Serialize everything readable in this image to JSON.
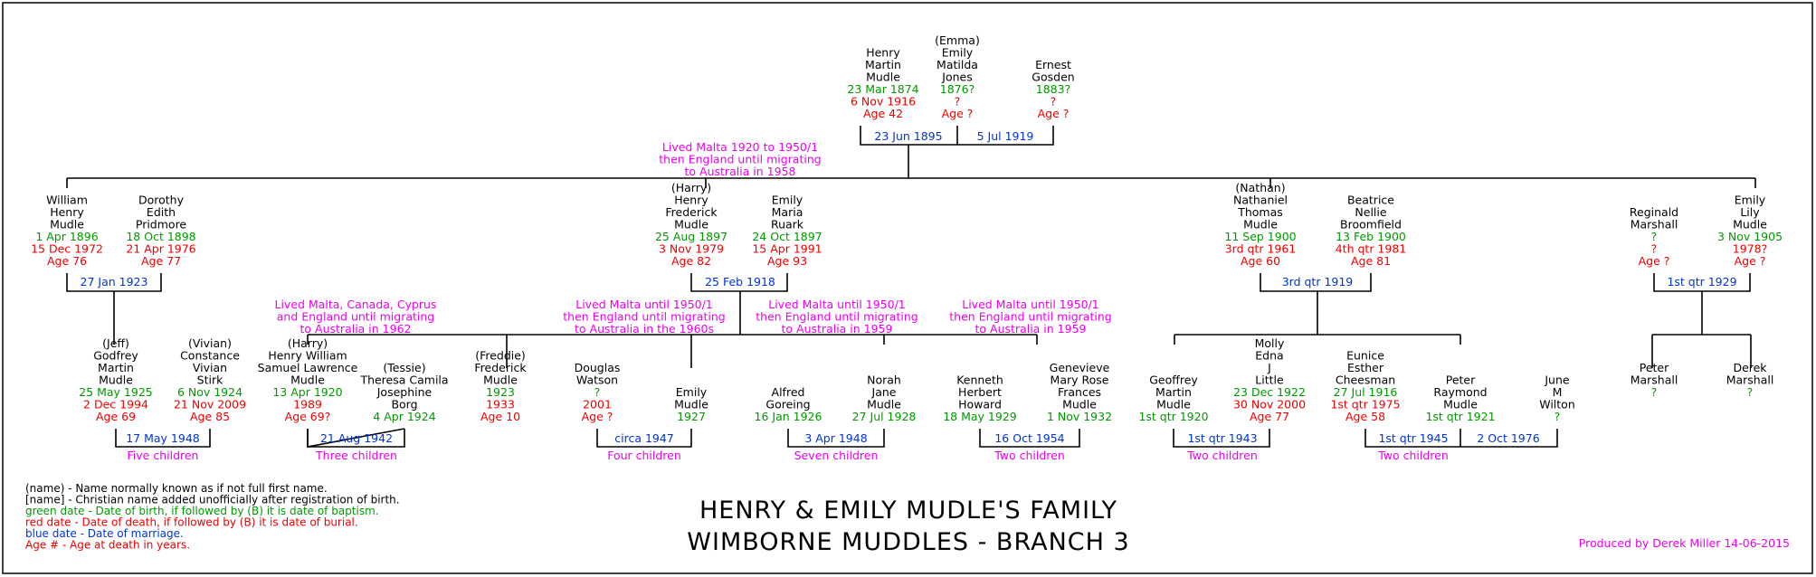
{
  "colors": {
    "name": "#000000",
    "birth": "#009900",
    "death": "#ee0000",
    "marriage": "#0033dd",
    "note": "#ee00ee",
    "frame": "#000000"
  },
  "title": {
    "line1": "HENRY & EMILY MUDLE'S FAMILY",
    "line2": "WIMBORNE MUDDLES - BRANCH 3"
  },
  "credit": "Produced by Derek Miller 14-06-2015",
  "legend": [
    {
      "text": "(name) - Name normally known as if not full first name.",
      "color": "name"
    },
    {
      "text": "[name] - Christian name added unofficially after registration of birth.",
      "color": "name"
    },
    {
      "text": "green date - Date of birth, if followed by (B) it is date of baptism.",
      "color": "birth"
    },
    {
      "text": "red date - Date of death, if followed by (B) it is date of burial.",
      "color": "death"
    },
    {
      "text": "blue date - Date of marriage.",
      "color": "marriage"
    },
    {
      "text": "Age # - Age at death in years.",
      "color": "death"
    }
  ],
  "people": [
    {
      "id": "henry",
      "name": [
        "Henry",
        "Martin",
        "Mudle"
      ],
      "birth": "23 Mar 1874",
      "death": "6 Nov 1916",
      "age": "Age 42"
    },
    {
      "id": "emma",
      "name": [
        "(Emma)",
        "Emily",
        "Matilda",
        "Jones"
      ],
      "birth": "1876?",
      "death": "?",
      "age": "Age ?"
    },
    {
      "id": "ernest",
      "name": [
        "Ernest",
        "Gosden"
      ],
      "birth": "1883?",
      "death": "?",
      "age": "Age ?"
    },
    {
      "id": "william",
      "name": [
        "William",
        "Henry",
        "Mudle"
      ],
      "birth": "1 Apr 1896",
      "death": "15 Dec 1972",
      "age": "Age 76"
    },
    {
      "id": "dorothy",
      "name": [
        "Dorothy",
        "Edith",
        "Pridmore"
      ],
      "birth": "18 Oct 1898",
      "death": "21 Apr 1976",
      "age": "Age 77"
    },
    {
      "id": "harry",
      "name": [
        "(Harry)",
        "Henry",
        "Frederick",
        "Mudle"
      ],
      "birth": "25 Aug 1897",
      "death": "3 Nov 1979",
      "age": "Age 82"
    },
    {
      "id": "emilyruark",
      "name": [
        "Emily",
        "Maria",
        "Ruark"
      ],
      "birth": "24 Oct 1897",
      "death": "15 Apr 1991",
      "age": "Age 93"
    },
    {
      "id": "nathan",
      "name": [
        "(Nathan)",
        "Nathaniel",
        "Thomas",
        "Mudle"
      ],
      "birth": "11 Sep 1900",
      "death": "3rd qtr 1961",
      "age": "Age 60"
    },
    {
      "id": "beatrice",
      "name": [
        "Beatrice",
        "Nellie",
        "Broomfield"
      ],
      "birth": "13 Feb 1900",
      "death": "4th qtr 1981",
      "age": "Age 81"
    },
    {
      "id": "reginald",
      "name": [
        "Reginald",
        "Marshall"
      ],
      "birth": "?",
      "death": "?",
      "age": "Age ?"
    },
    {
      "id": "emilylily",
      "name": [
        "Emily",
        "Lily",
        "Mudle"
      ],
      "birth": "3 Nov 1905",
      "death": "1978?",
      "age": "Age ?"
    },
    {
      "id": "jeff",
      "name": [
        "(Jeff)",
        "Godfrey",
        "Martin",
        "Mudle"
      ],
      "birth": "25 May 1925",
      "death": "2 Dec 1994",
      "age": "Age 69"
    },
    {
      "id": "vivian",
      "name": [
        "(Vivian)",
        "Constance",
        "Vivian",
        "Stirk"
      ],
      "birth": "6 Nov 1924",
      "death": "21 Nov 2009",
      "age": "Age 85"
    },
    {
      "id": "harry2",
      "name": [
        "(Harry)",
        "Henry William",
        "Samuel Lawrence",
        "Mudle"
      ],
      "birth": "13 Apr 1920",
      "death": "1989",
      "age": "Age 69?"
    },
    {
      "id": "tessie",
      "name": [
        "(Tessie)",
        "Theresa Camila",
        "Josephine",
        "Borg"
      ],
      "birth": "4 Apr 1924",
      "death": "",
      "age": ""
    },
    {
      "id": "freddie",
      "name": [
        "(Freddie)",
        "Frederick",
        "Mudle"
      ],
      "birth": "1923",
      "death": "1933",
      "age": "Age 10"
    },
    {
      "id": "douglas",
      "name": [
        "Douglas",
        "Watson"
      ],
      "birth": "?",
      "death": "2001",
      "age": "Age ?"
    },
    {
      "id": "emily1927",
      "name": [
        "Emily",
        "Mudle"
      ],
      "birth": "1927",
      "death": "",
      "age": ""
    },
    {
      "id": "alfred",
      "name": [
        "Alfred",
        "Goreing"
      ],
      "birth": "16 Jan 1926",
      "death": "",
      "age": ""
    },
    {
      "id": "norah",
      "name": [
        "Norah",
        "Jane",
        "Mudle"
      ],
      "birth": "27 Jul 1928",
      "death": "",
      "age": ""
    },
    {
      "id": "kenneth",
      "name": [
        "Kenneth",
        "Herbert",
        "Howard"
      ],
      "birth": "18 May 1929",
      "death": "",
      "age": ""
    },
    {
      "id": "genevieve",
      "name": [
        "Genevieve",
        "Mary Rose",
        "Frances",
        "Mudle"
      ],
      "birth": "1 Nov 1932",
      "death": "",
      "age": ""
    },
    {
      "id": "geoffrey",
      "name": [
        "Geoffrey",
        "Martin",
        "Mudle"
      ],
      "birth": "1st qtr 1920",
      "death": "",
      "age": ""
    },
    {
      "id": "molly",
      "name": [
        "Molly",
        "Edna",
        "J",
        "Little"
      ],
      "birth": "23 Dec 1922",
      "death": "30 Nov 2000",
      "age": "Age 77"
    },
    {
      "id": "eunice",
      "name": [
        "Eunice",
        "Esther",
        "Cheesman"
      ],
      "birth": "27 Jul 1916",
      "death": "1st qtr 1975",
      "age": "Age 58"
    },
    {
      "id": "peter",
      "name": [
        "Peter",
        "Raymond",
        "Mudle"
      ],
      "birth": "1st qtr 1921",
      "death": "",
      "age": ""
    },
    {
      "id": "june",
      "name": [
        "June",
        "M",
        "Wilton"
      ],
      "birth": "?",
      "death": "",
      "age": ""
    },
    {
      "id": "petermarshall",
      "name": [
        "Peter",
        "Marshall"
      ],
      "birth": "?",
      "death": "",
      "age": ""
    },
    {
      "id": "derekmarshall",
      "name": [
        "Derek",
        "Marshall"
      ],
      "birth": "?",
      "death": "",
      "age": ""
    }
  ],
  "marriages": [
    {
      "id": "m_henry_emma",
      "date": "23 Jun 1895"
    },
    {
      "id": "m_emma_ernest",
      "date": "5 Jul 1919"
    },
    {
      "id": "m_william",
      "date": "27 Jan 1923"
    },
    {
      "id": "m_harry",
      "date": "25 Feb 1918"
    },
    {
      "id": "m_nathan",
      "date": "3rd qtr 1919"
    },
    {
      "id": "m_emilylily",
      "date": "1st qtr 1929"
    },
    {
      "id": "m_jeff",
      "date": "17 May 1948"
    },
    {
      "id": "m_harry2",
      "date": "21 Aug 1942"
    },
    {
      "id": "m_emily1927",
      "date": "circa 1947"
    },
    {
      "id": "m_norah",
      "date": "3 Apr 1948"
    },
    {
      "id": "m_genevieve",
      "date": "16 Oct 1954"
    },
    {
      "id": "m_geoffrey",
      "date": "1st qtr 1943"
    },
    {
      "id": "m_eunice",
      "date": "1st qtr 1945"
    },
    {
      "id": "m_june",
      "date": "2 Oct 1976"
    }
  ],
  "children_notes": [
    {
      "id": "c_jeff",
      "text": "Five children"
    },
    {
      "id": "c_harry2",
      "text": "Three children"
    },
    {
      "id": "c_emily1927",
      "text": "Four children"
    },
    {
      "id": "c_norah",
      "text": "Seven children"
    },
    {
      "id": "c_genevieve",
      "text": "Two children"
    },
    {
      "id": "c_geoffrey",
      "text": "Two children"
    },
    {
      "id": "c_eunice",
      "text": "Two children"
    }
  ],
  "notes": [
    {
      "id": "n_harry",
      "lines": [
        "Lived Malta 1920 to 1950/1",
        "then England until migrating",
        "to Australia in 1958"
      ]
    },
    {
      "id": "n_harry2",
      "lines": [
        "Lived Malta, Canada, Cyprus",
        "and England until migrating",
        "to Australia in 1962"
      ]
    },
    {
      "id": "n_emily1927",
      "lines": [
        "Lived Malta until 1950/1",
        "then England until migrating",
        "to Australia in the 1960s"
      ]
    },
    {
      "id": "n_norah",
      "lines": [
        "Lived Malta until 1950/1",
        "then England until migrating",
        "to Australia in 1959"
      ]
    },
    {
      "id": "n_genevieve",
      "lines": [
        "Lived Malta until 1950/1",
        "then England until migrating",
        "to Australia in 1959"
      ]
    }
  ]
}
